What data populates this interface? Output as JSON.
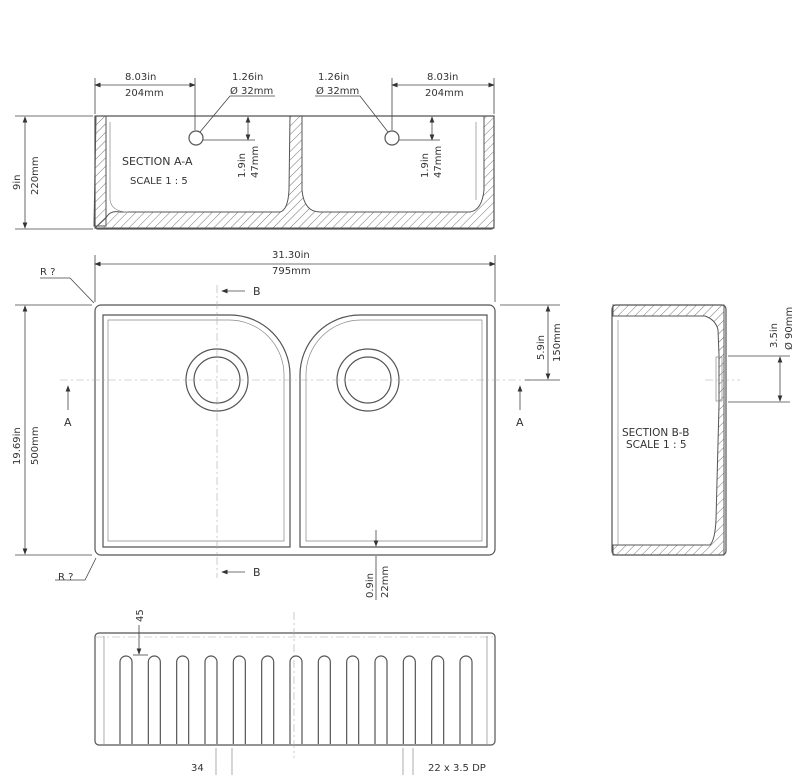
{
  "section_aa": {
    "title": "SECTION A-A",
    "scale": "SCALE 1 : 5",
    "left_width_in": "8.03in",
    "left_width_mm": "204mm",
    "left_hole_in": "1.26in",
    "left_hole_mm": "Ø 32mm",
    "right_hole_in": "1.26in",
    "right_hole_mm": "Ø 32mm",
    "right_width_in": "8.03in",
    "right_width_mm": "204mm",
    "height_in": "9in",
    "height_mm": "220mm",
    "hole_depth_left_in": "1.9in",
    "hole_depth_left_mm": "47mm",
    "hole_depth_right_in": "1.9in",
    "hole_depth_right_mm": "47mm"
  },
  "plan": {
    "width_in": "31.30in",
    "width_mm": "795mm",
    "depth_in": "19.69in",
    "depth_mm": "500mm",
    "drain_offset_in": "5.9in",
    "drain_offset_mm": "150mm",
    "bottom_rim_in": "0.9in",
    "bottom_rim_mm": "22mm",
    "radius_top": "R ?",
    "radius_bottom": "R ?",
    "section_a_left": "A",
    "section_a_right": "A",
    "section_b_top": "B",
    "section_b_bottom": "B"
  },
  "section_bb": {
    "title": "SECTION B-B",
    "scale": "SCALE 1 : 5",
    "drain_in": "3.5in",
    "drain_mm": "Ø 90mm"
  },
  "front": {
    "flute_top": "45",
    "flute_spacing": "34",
    "flute_note": "22 x 3.5 DP",
    "flute_count": 13
  }
}
